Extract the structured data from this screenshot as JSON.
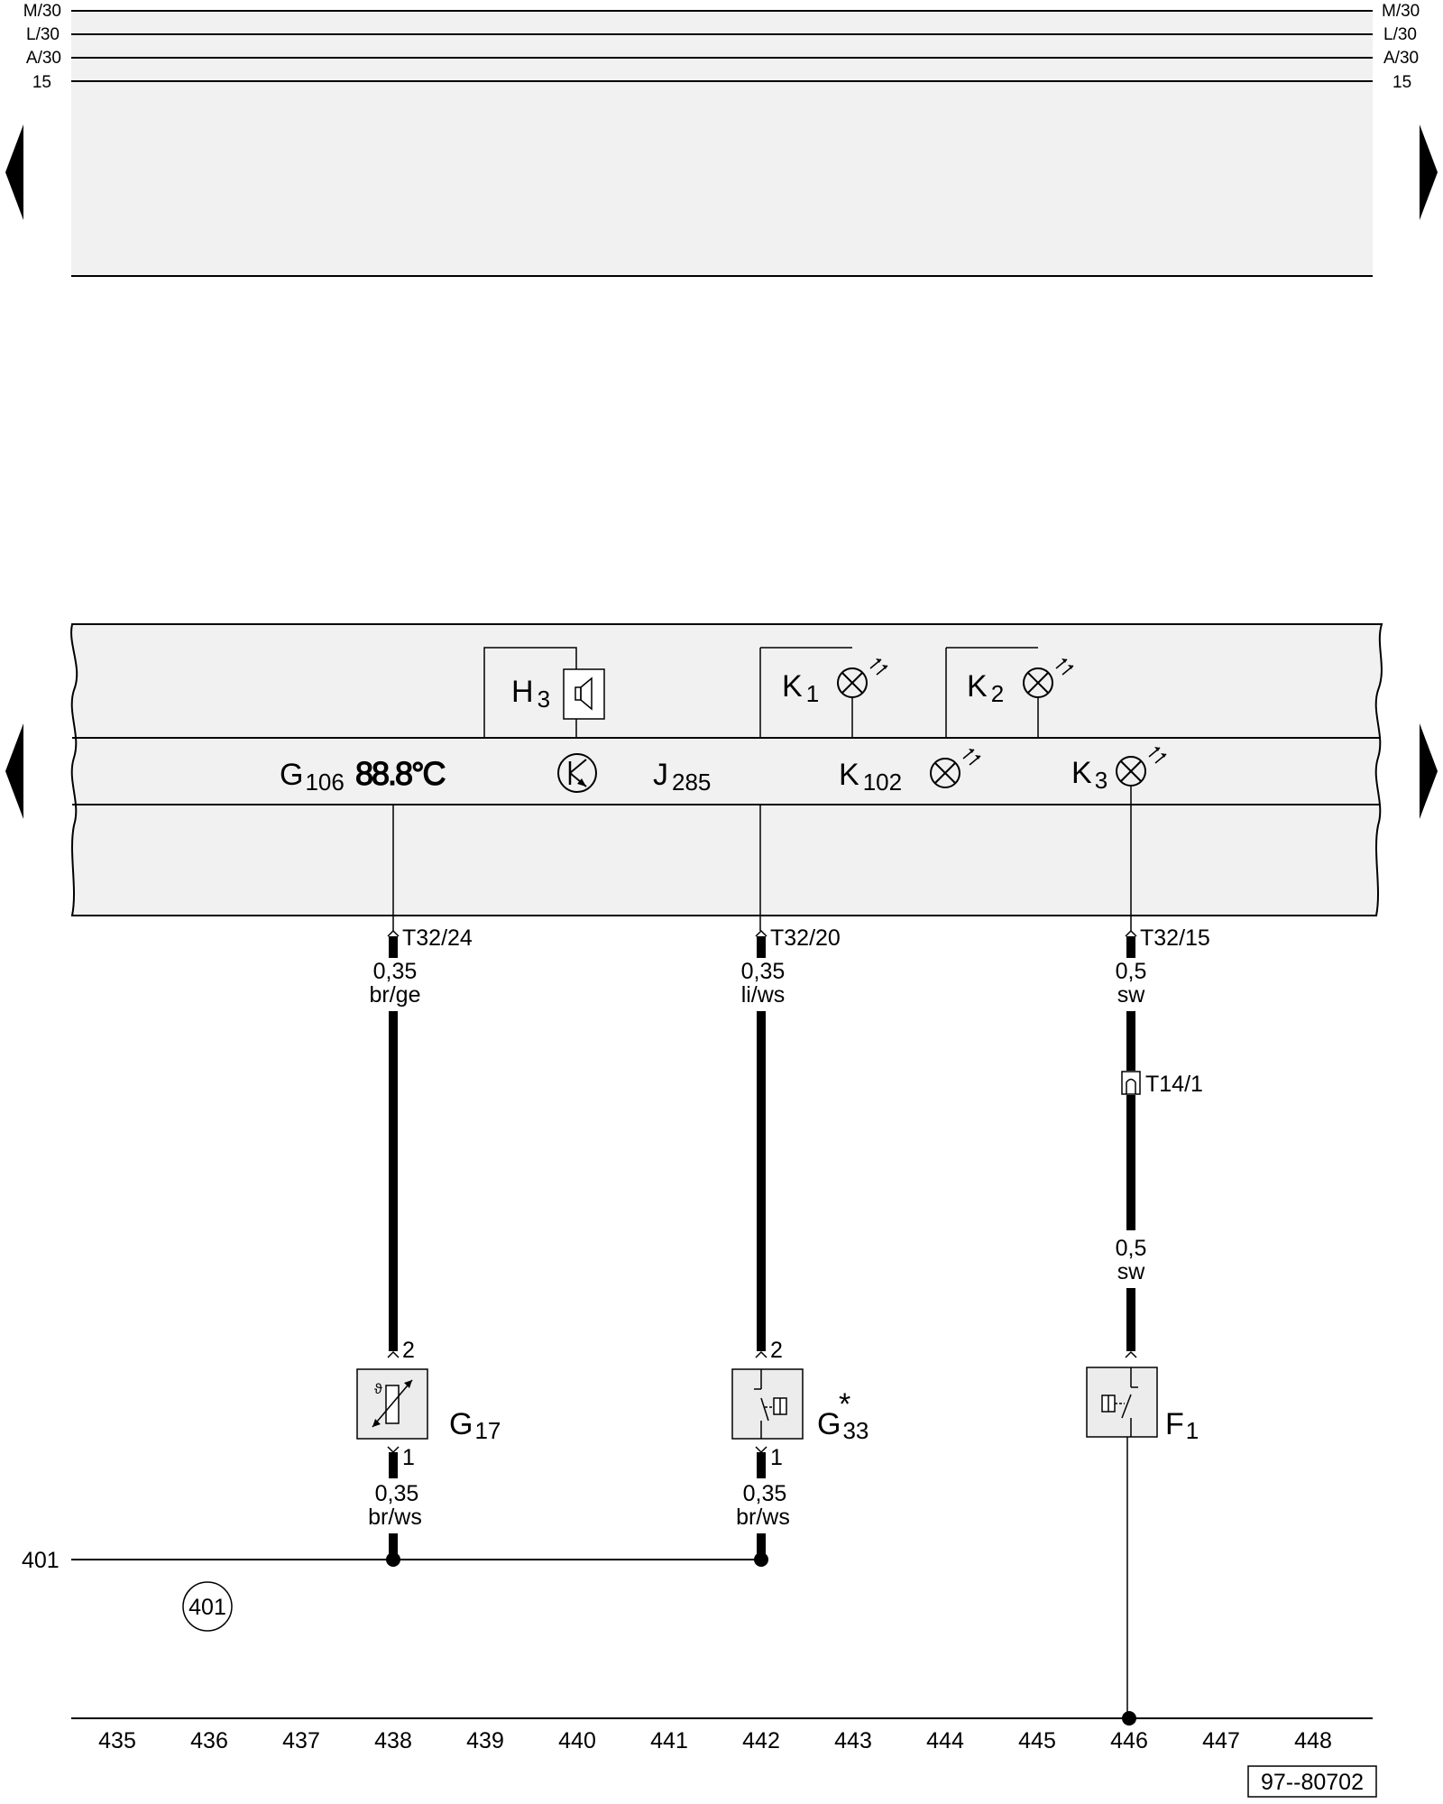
{
  "rails": [
    {
      "left": "M/30",
      "right": "M/30"
    },
    {
      "left": "L/30",
      "right": "L/30"
    },
    {
      "left": "A/30",
      "right": "A/30"
    },
    {
      "left": "15",
      "right": "15"
    }
  ],
  "cluster": {
    "h3": {
      "letter": "H",
      "sub": "3"
    },
    "k1": {
      "letter": "K",
      "sub": "1"
    },
    "k2": {
      "letter": "K",
      "sub": "2"
    },
    "g106": {
      "letter": "G",
      "sub": "106",
      "display": "88.8°C"
    },
    "j285": {
      "letter": "J",
      "sub": "285"
    },
    "k102": {
      "letter": "K",
      "sub": "102"
    },
    "k3": {
      "letter": "K",
      "sub": "3"
    }
  },
  "wires": {
    "w438": {
      "terminal": "T32/24",
      "size": "0,35",
      "color": "br/ge"
    },
    "w442": {
      "terminal": "T32/20",
      "size": "0,35",
      "color": "li/ws"
    },
    "w446": {
      "terminal": "T32/15",
      "size": "0,5",
      "color": "sw",
      "connector": "T14/1",
      "size2": "0,5",
      "color2": "sw"
    }
  },
  "components": {
    "g17": {
      "letter": "G",
      "sub": "17",
      "pin_top": "2",
      "pin_bottom": "1",
      "size": "0,35",
      "color": "br/ws"
    },
    "g33": {
      "letter": "G",
      "sub": "33",
      "mark": "*",
      "pin_top": "2",
      "pin_bottom": "1",
      "size": "0,35",
      "color": "br/ws"
    },
    "f1": {
      "letter": "F",
      "sub": "1"
    }
  },
  "ground": {
    "line_label": "401",
    "circle_label": "401"
  },
  "columns": [
    "435",
    "436",
    "437",
    "438",
    "439",
    "440",
    "441",
    "442",
    "443",
    "444",
    "445",
    "446",
    "447",
    "448"
  ],
  "figure_id": "97--80702",
  "colors": {
    "panel": "#f1f1f1",
    "line": "#000000"
  }
}
